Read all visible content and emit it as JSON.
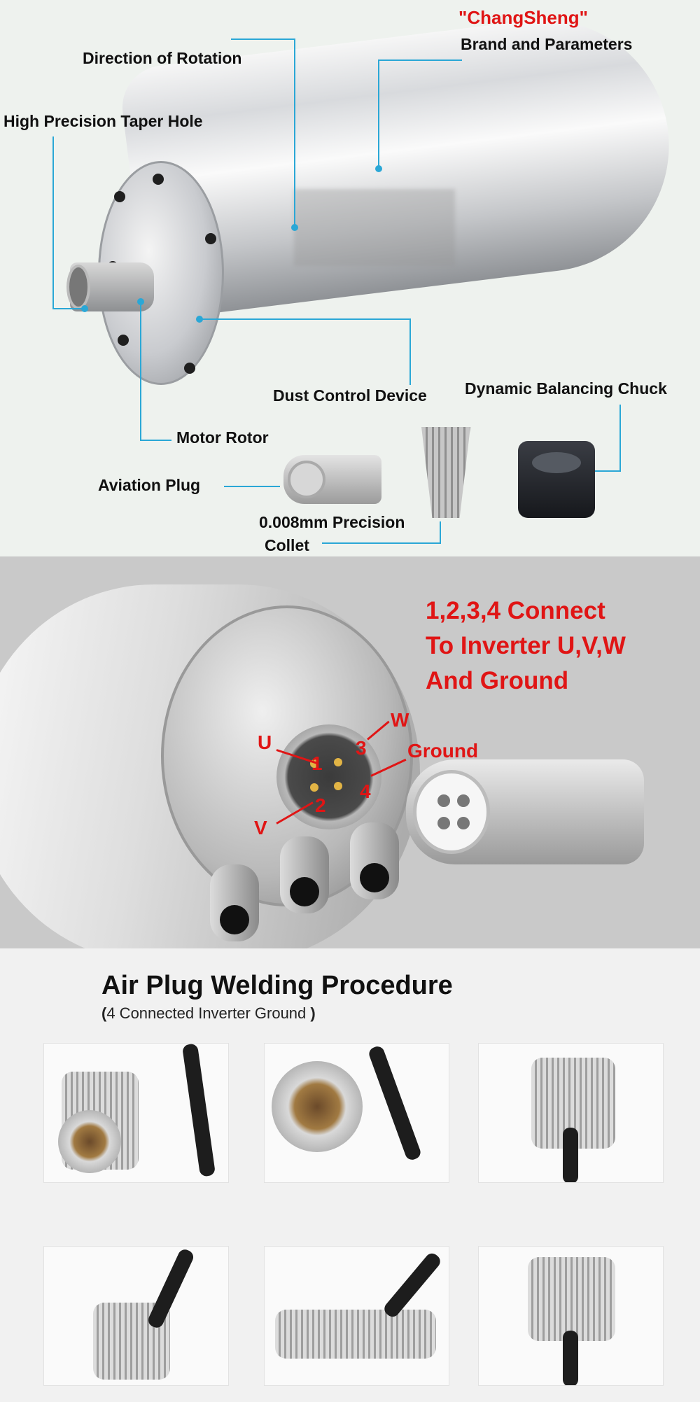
{
  "section1": {
    "brand_name": "\"ChangSheng\"",
    "brand_params_label": "Brand and Parameters",
    "direction_label": "Direction of Rotation",
    "taper_label": "High Precision Taper Hole",
    "dust_label": "Dust Control Device",
    "chuck_label": "Dynamic Balancing Chuck",
    "rotor_label": "Motor Rotor",
    "aviation_label": "Aviation Plug",
    "collet_label_line1": "0.008mm Precision",
    "collet_label_line2": "Collet",
    "accent_color": "#2aa7d6",
    "brand_color": "#e01515"
  },
  "section2": {
    "connect_line1": "1,2,3,4 Connect",
    "connect_line2": "To Inverter U,V,W",
    "connect_line3": "And Ground",
    "label_u": "U",
    "label_v": "V",
    "label_w": "W",
    "label_ground": "Ground",
    "pin1": "1",
    "pin2": "2",
    "pin3": "3",
    "pin4": "4",
    "annotation_color": "#e01515"
  },
  "section3": {
    "title": "Air Plug Welding Procedure",
    "subtitle_open": "(",
    "subtitle_text": "4 Connected Inverter Ground",
    "subtitle_close": " )"
  }
}
